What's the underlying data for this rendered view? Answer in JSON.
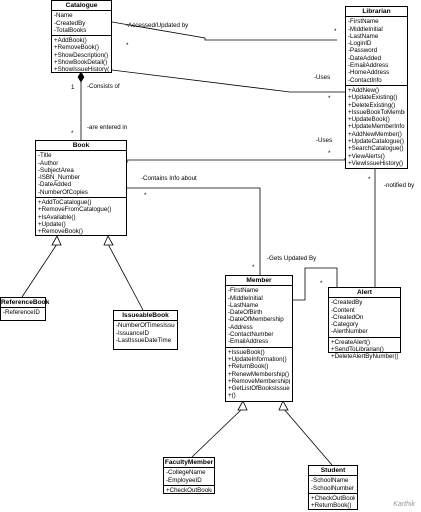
{
  "classes": {
    "catalogue": {
      "name": "Catalogue",
      "attributes": [
        "-Name",
        "-CreatedBy",
        "-TotalBooks"
      ],
      "operations": [
        "+AddBook()",
        "+RemoveBook()",
        "+ShowDescription()",
        "+ShowBookDetail()",
        "+ShowIssueHistory()"
      ]
    },
    "librarian": {
      "name": "Librarian",
      "attributes": [
        "-FirstName",
        "-MiddleInitial",
        "-LastName",
        "-LoginID",
        "-Password",
        "-DateAdded",
        "-EmailAddress",
        "-HomeAddress",
        "-ContactInfo"
      ],
      "operations": [
        "+AddNew()",
        "+UpdateExisting()",
        "+DeleteExisting()",
        "+IssueBookToMember()",
        "+UpdateBook()",
        "+UpdateMemberInfo()",
        "+AddNewMember()",
        "+UpdateCatalogue()",
        "+SearchCatalogue()",
        "+ViewAlerts()",
        "+ViewIssueHistory()"
      ]
    },
    "book": {
      "name": "Book",
      "attributes": [
        "-Title",
        "-Author",
        "-SubjectArea",
        "-ISBN_Number",
        "-DateAdded",
        "-NumberOfCopies"
      ],
      "operations": [
        "+AddToCatalogue()",
        "+RemoveFromCatalogue()",
        "+IsAvailable()",
        "+Update()",
        "+RemoveBook()"
      ]
    },
    "reference_book": {
      "name": "ReferenceBook",
      "attributes": [
        "-ReferenceID"
      ],
      "operations": []
    },
    "issueable_book": {
      "name": "IssueableBook",
      "attributes": [
        "-NumberOfTimesIssued",
        "-IssuanceID",
        "-LastIssueDateTime"
      ],
      "operations": []
    },
    "member": {
      "name": "Member",
      "attributes": [
        "-FirstName",
        "-MiddleInitial",
        "-LastName",
        "-DateOfBirth",
        "-DateOfMembership",
        "-Address",
        "-ContactNumber",
        "-EmailAddress"
      ],
      "operations": [
        "+IssueBook()",
        "+UpdateInformation()",
        "+ReturnBook()",
        "+RenewMembership()",
        "+RemoveMembership()",
        "+GetListOfBooksIssued()",
        "+()"
      ]
    },
    "alert": {
      "name": "Alert",
      "attributes": [
        "-CreatedBy",
        "-Content",
        "-CreatedOn",
        "-Category",
        "-AlertNumber"
      ],
      "operations": [
        "+CreateAlert()",
        "+SendToLibrarian()",
        "+DeleteAlertByNumber()"
      ]
    },
    "faculty_member": {
      "name": "FacultyMember",
      "attributes": [
        "-CollegeName",
        "-EmployeeID"
      ],
      "operations": [
        "+CheckOutBook()"
      ]
    },
    "student": {
      "name": "Student",
      "attributes": [
        "-SchoolName",
        "-SchoolNumber"
      ],
      "operations": [
        "+CheckOutBook()",
        "+ReturnBook()"
      ]
    }
  },
  "associations": {
    "accessed_updated_by": "-Accessed/Updated by",
    "consists_of": "-Consists of",
    "are_entered_in": "-are entered in",
    "uses_catalogue": "-Uses",
    "uses_book": "-Uses",
    "contains_info_about": "-Contains Info about",
    "notified_by": "-notified by",
    "gets_updated_by": "-Gets Updated By"
  },
  "multiplicities": {
    "catalogue_book_top": "1",
    "catalogue_book_bottom": "*",
    "catalogue_librarian_left": "*",
    "catalogue_librarian_right": "*",
    "uses_catalogue_end": "*",
    "uses_book_end": "*",
    "contains_book_end": "*",
    "contains_member_end": "*",
    "alert_librarian_end": "*",
    "alert_member_end": "*",
    "member_book_end": "*"
  },
  "watermark": "Karthik",
  "colors": {
    "line": "#000000",
    "background": "#ffffff",
    "watermark": "#9a9a9a"
  }
}
